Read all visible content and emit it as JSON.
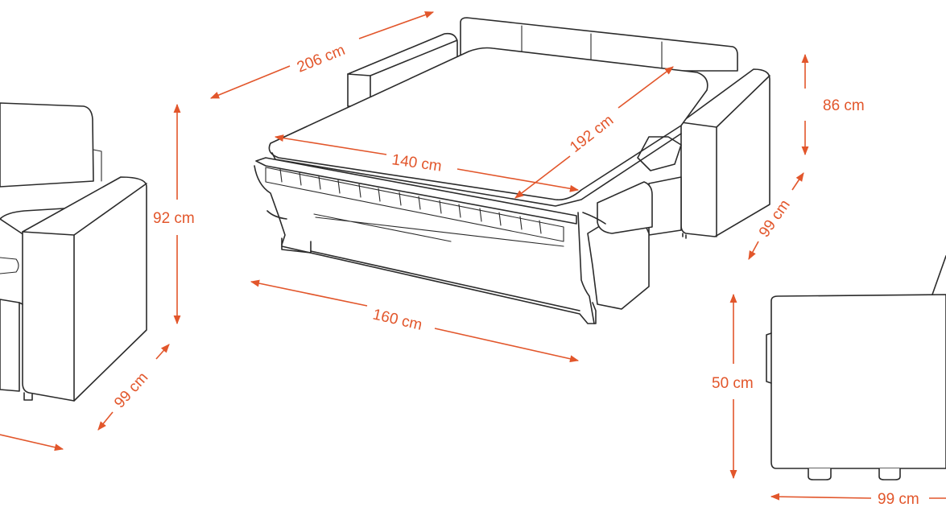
{
  "colors": {
    "dimension": "#e2562b",
    "outline": "#2b2b2b",
    "background": "#ffffff"
  },
  "dimensions": {
    "sofa_length": "206 cm",
    "bed_width": "140 cm",
    "bed_length": "192 cm",
    "open_length": "160 cm",
    "back_height": "86 cm",
    "right_depth": "99 cm",
    "left_height": "92 cm",
    "left_depth": "99 cm",
    "seat_height": "50 cm",
    "side_depth": "99 cm"
  }
}
